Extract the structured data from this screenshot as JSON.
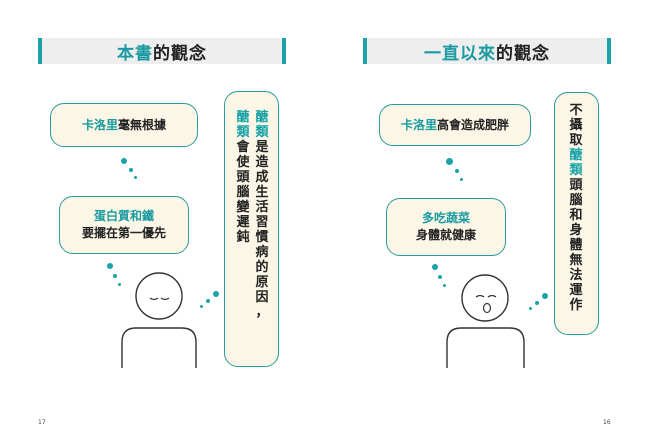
{
  "left_page": {
    "title_accent": "本書",
    "title_rest": "的觀念",
    "bubble1": {
      "accent": "卡洛里",
      "rest": "毫無根據"
    },
    "bubble2": {
      "line1": "蛋白質和鐵",
      "line2": "要擺在第一優先"
    },
    "vertical_col1": [
      "醣",
      "類",
      "是",
      "造",
      "成",
      "生",
      "活",
      "習",
      "慣",
      "病",
      "的",
      "原",
      "因",
      "，"
    ],
    "vertical_col2": [
      "醣",
      "類",
      "會",
      "使",
      "頭",
      "腦",
      "變",
      "遲",
      "鈍"
    ],
    "page_number": "17"
  },
  "right_page": {
    "title_accent": "一直以來",
    "title_rest": "的觀念",
    "bubble1": {
      "accent": "卡洛里",
      "rest": "高會造成肥胖"
    },
    "bubble2": {
      "line1": "多吃蔬菜",
      "line2": "身體就健康"
    },
    "vertical_col1": [
      "不",
      "攝",
      "取",
      "醣",
      "類",
      "頭",
      "腦",
      "和",
      "身",
      "體",
      "無",
      "法",
      "運",
      "作"
    ],
    "page_number": "16"
  },
  "colors": {
    "accent": "#1aa3a8",
    "bubble_fill": "#fbf6e6",
    "title_bg": "#eeeeee"
  }
}
